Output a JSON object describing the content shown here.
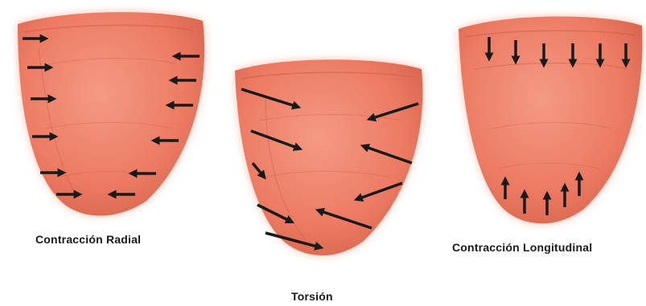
{
  "captions": {
    "radial": "Contracción Radial",
    "torsion": "Torsión",
    "longitudinal": "Contracción Longitudinal"
  },
  "colors": {
    "heart_fill": "#f08068",
    "heart_shade": "#d9664e",
    "heart_glow": "#ffb5a3",
    "arrow": "#1a1a1a",
    "caption": "#1a1a1a"
  }
}
